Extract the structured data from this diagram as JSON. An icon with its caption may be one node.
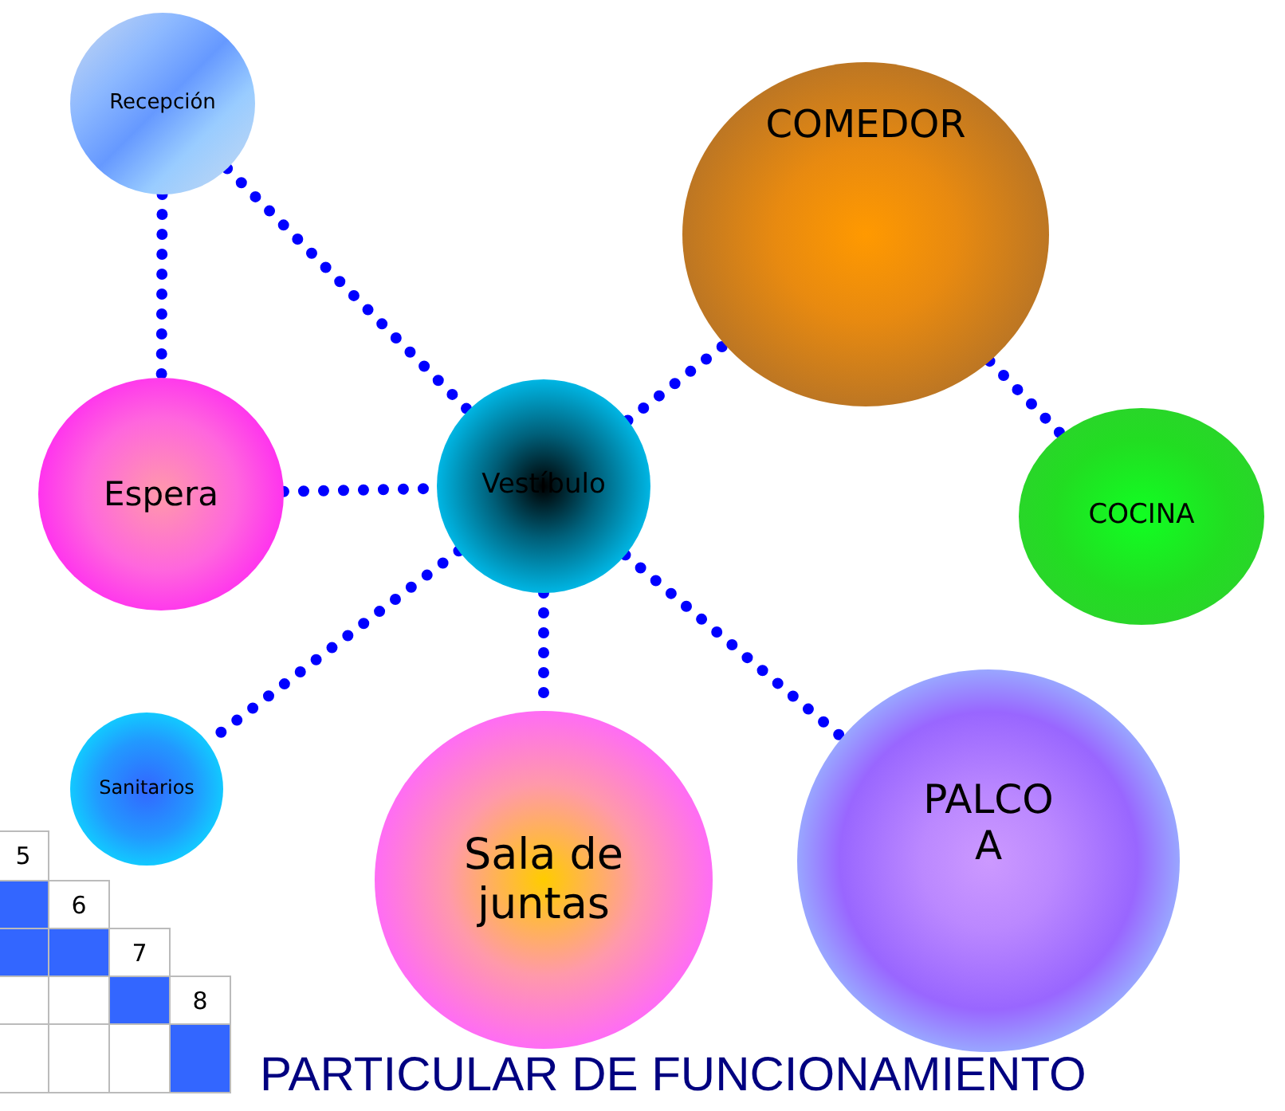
{
  "diagram": {
    "title": "PARTICULAR DE FUNCIONAMIENTO",
    "nodes": [
      {
        "text": [
          "Recepción"
        ]
      },
      {
        "text": [
          "COMEDOR"
        ]
      },
      {
        "text": [
          "Espera"
        ]
      },
      {
        "text": [
          "Vestíbulo"
        ]
      },
      {
        "text": [
          "COCINA"
        ]
      },
      {
        "text": [
          "Sanitarios"
        ]
      },
      {
        "text": [
          "Sala de juntas"
        ]
      },
      {
        "text": [
          "PALCO A"
        ]
      }
    ],
    "edges": [
      {
        "from": 0,
        "to": 2,
        "arrow": "none"
      },
      {
        "from": 0,
        "to": 3,
        "arrow": "none"
      },
      {
        "from": 3,
        "to": 1,
        "arrow": "none"
      },
      {
        "from": 1,
        "to": 4,
        "arrow": "none"
      },
      {
        "from": 2,
        "to": 3,
        "arrow": "none"
      },
      {
        "from": 3,
        "to": 5,
        "arrow": "none"
      },
      {
        "from": 3,
        "to": 6,
        "arrow": "none"
      },
      {
        "from": 3,
        "to": 7,
        "arrow": "none"
      }
    ],
    "labels": [
      "5",
      "6",
      "7",
      "8"
    ]
  }
}
